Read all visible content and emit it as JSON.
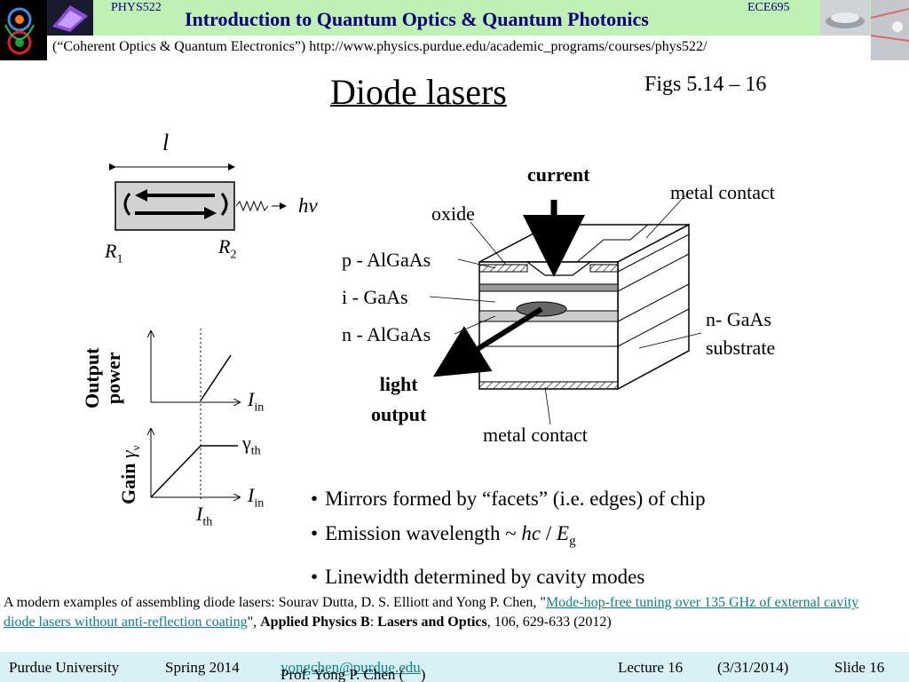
{
  "header": {
    "course_left": "PHYS522",
    "course_right": "ECE695",
    "title": "Introduction to Quantum Optics & Quantum Photonics",
    "subtitle": "(“Coherent Optics & Quantum Electronics”) http://www.physics.purdue.edu/academic_programs/courses/phys522/"
  },
  "slide": {
    "title": "Diode lasers",
    "figs": "Figs  5.14 – 16"
  },
  "cavity": {
    "length": "l",
    "photon_h": "h",
    "photon_nu": "ν",
    "R1_main": "R",
    "R1_sub": "1",
    "R2_main": "R",
    "R2_sub": "2"
  },
  "plots": {
    "output_y1": "Output",
    "output_y2": "power",
    "gain_y1": "Gain",
    "gain_gamma": "γ",
    "gain_gamma_sub": "ν",
    "I_in_main": "I",
    "I_in_sub": "in",
    "gamma_th_main": "γ",
    "gamma_th_sub": "th",
    "I_th_main": "I",
    "I_th_sub": "th"
  },
  "structure": {
    "current": "current",
    "metal_contact_top": "metal contact",
    "oxide": "oxide",
    "p_layer": "p - AlGaAs",
    "i_layer": "i - GaAs",
    "n_layer": "n - AlGaAs",
    "substrate1": "n- GaAs",
    "substrate2": "substrate",
    "light1": "light",
    "light2": "output",
    "metal_contact_bottom": "metal contact"
  },
  "bullets": {
    "b1": "Mirrors formed by “facets” (i.e. edges) of chip",
    "b2_pre": "Emission wavelength ~ ",
    "b2_hc": "hc",
    "b2_slash": " /  ",
    "b2_E": "E",
    "b2_Esub": "g",
    "b3": "Linewidth determined by cavity modes"
  },
  "reference": {
    "pre": "A modern examples of assembling diode lasers: Sourav Dutta, D. S. Elliott and Yong P. Chen, \"",
    "link": "Mode-hop-free tuning over 135 GHz of external cavity diode lasers without anti-reflection coating",
    "mid": "\", ",
    "journal": "Applied Physics B",
    "colon": ": ",
    "section": "Lasers and Optics",
    "post": ", 106, 629-633 (2012)"
  },
  "footer": {
    "university": "Purdue University",
    "term": "Spring 2014",
    "prof_pre": "Prof. Yong P. Chen (",
    "email": "yongchen@purdue.edu",
    "prof_post": ")",
    "lecture": "Lecture 16",
    "date": "(3/31/2014)",
    "slide": "Slide 16"
  },
  "colors": {
    "header_bg": "#bff0b4",
    "title_blue": "#00007f",
    "footer_bg": "#d8f1f7",
    "link": "#0b7f8a"
  }
}
